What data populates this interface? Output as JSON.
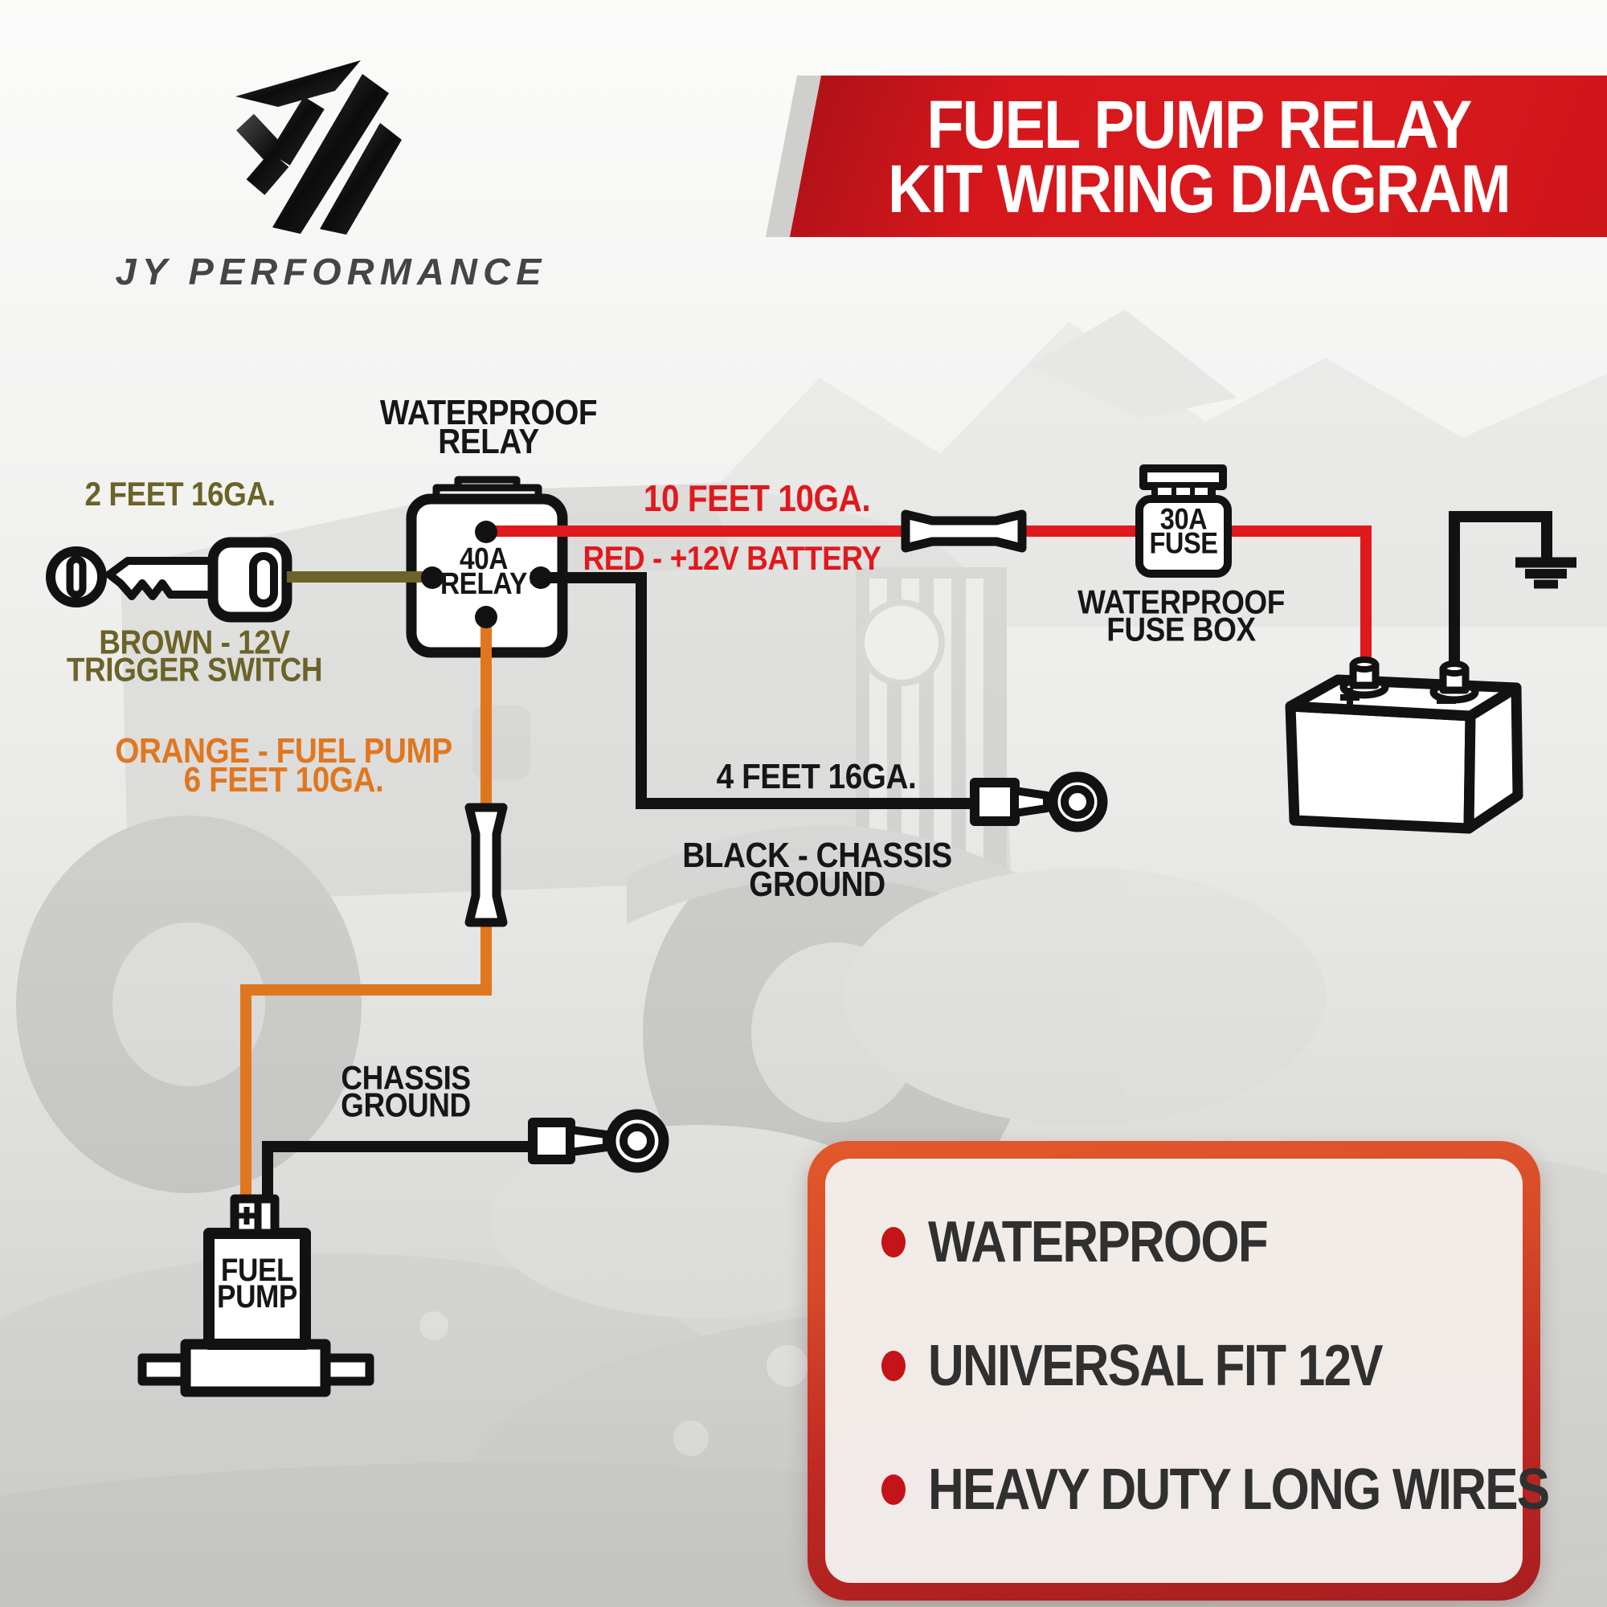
{
  "colors": {
    "banner-red": "#d6171c",
    "wire-red": "#e0191d",
    "wire-orange": "#e0771f",
    "wire-brown": "#6b6327",
    "line-black": "#121212",
    "bullet-red": "#c41319",
    "panel-border-top": "#e2592c",
    "panel-border-bottom": "#a81e20"
  },
  "brand": {
    "name": "JY PERFORMANCE"
  },
  "title": {
    "line1": "FUEL PUMP RELAY",
    "line2": "KIT WIRING DIAGRAM"
  },
  "diagram": {
    "relay_heading": {
      "line1": "WATERPROOF",
      "line2": "RELAY"
    },
    "relay_rating": {
      "line1": "40A",
      "line2": "RELAY"
    },
    "trigger_length": "2 FEET 16GA.",
    "trigger_wire": {
      "line1": "BROWN - 12V",
      "line2": "TRIGGER SWITCH"
    },
    "battery_length": "10 FEET 10GA.",
    "battery_wire": "RED - +12V BATTERY",
    "fuse_rating": {
      "line1": "30A",
      "line2": "FUSE"
    },
    "fuse_caption": {
      "line1": "WATERPROOF",
      "line2": "FUSE BOX"
    },
    "ground_length": "4 FEET 16GA.",
    "ground_wire": {
      "line1": "BLACK - CHASSIS",
      "line2": "GROUND"
    },
    "pump_wire": {
      "line1": "ORANGE - FUEL PUMP",
      "line2": "6 FEET 10GA."
    },
    "chassis_ground": {
      "line1": "CHASSIS",
      "line2": "GROUND"
    },
    "fuel_pump": {
      "line1": "FUEL",
      "line2": "PUMP"
    }
  },
  "features": {
    "items": [
      "WATERPROOF",
      "UNIVERSAL FIT 12V",
      "HEAVY DUTY LONG WIRES"
    ]
  }
}
